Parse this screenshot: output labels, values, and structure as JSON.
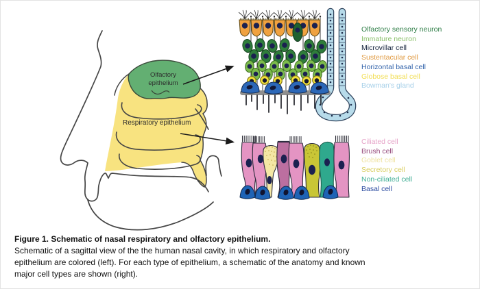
{
  "anatomy": {
    "labels": {
      "olfactory_line1": "Olfactory",
      "olfactory_line2": "epithelium",
      "respiratory": "Respiratory epithelium"
    },
    "colors": {
      "olfactory_region": "#63AF72",
      "respiratory_region": "#F8E380"
    }
  },
  "olfactory_panel": {
    "legend": [
      {
        "label": "Olfactory sensory neuron",
        "color": "#2E7D46"
      },
      {
        "label": "Immature neuron",
        "color": "#8CC16C"
      },
      {
        "label": "Microvillar cell",
        "color": "#12203A"
      },
      {
        "label": "Sustentacular cell",
        "color": "#E09A41"
      },
      {
        "label": "Horizontal basal cell",
        "color": "#2D5FA8"
      },
      {
        "label": "Globose basal cell",
        "color": "#F2DE52"
      },
      {
        "label": "Bowman's gland",
        "color": "#A5CFE8"
      }
    ]
  },
  "respiratory_panel": {
    "legend": [
      {
        "label": "Ciliated cell",
        "color": "#E6A3C8"
      },
      {
        "label": "Brush cell",
        "color": "#94487A"
      },
      {
        "label": "Goblet cell",
        "color": "#EFE2A0"
      },
      {
        "label": "Secretory cell",
        "color": "#D9CE60"
      },
      {
        "label": "Non-ciliated cell",
        "color": "#3FAE94"
      },
      {
        "label": "Basal cell",
        "color": "#2B4BA0"
      }
    ]
  },
  "caption": {
    "title": "Figure 1. Schematic of nasal respiratory and olfactory epithelium.",
    "body_lines": [
      "Schematic of a sagittal view of the the human nasal cavity, in which respiratory and olfactory",
      "epithelium are colored (left). For each type of epithelium, a schematic of the anatomy and known",
      "major cell types are shown (right)."
    ]
  }
}
